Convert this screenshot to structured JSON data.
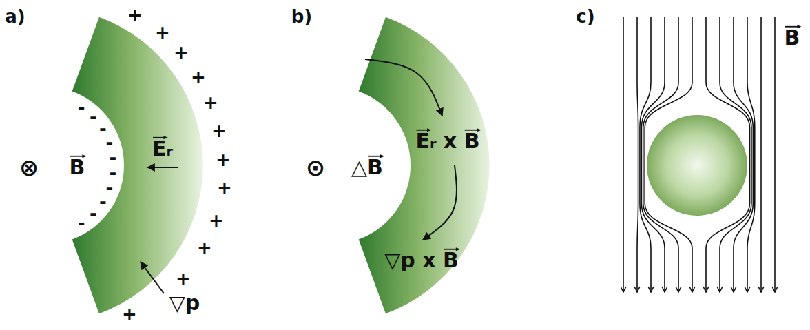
{
  "diagram": {
    "nodes": [
      {
        "text": [
          "Eᵣ"
        ]
      },
      {
        "text": [
          "Eᵣ x B",
          "▽p x B"
        ]
      }
    ],
    "labels": [
      "a)",
      "+",
      "+",
      "+",
      "+",
      "+",
      "+",
      "+",
      "+",
      "+",
      "+",
      "+",
      "+",
      "-",
      "-",
      "-",
      "-",
      "-",
      "-",
      "-",
      "-",
      "-",
      "-",
      "⊗",
      "B",
      "▽p",
      "b)",
      "⊙",
      "△B",
      "c)",
      "B"
    ]
  }
}
